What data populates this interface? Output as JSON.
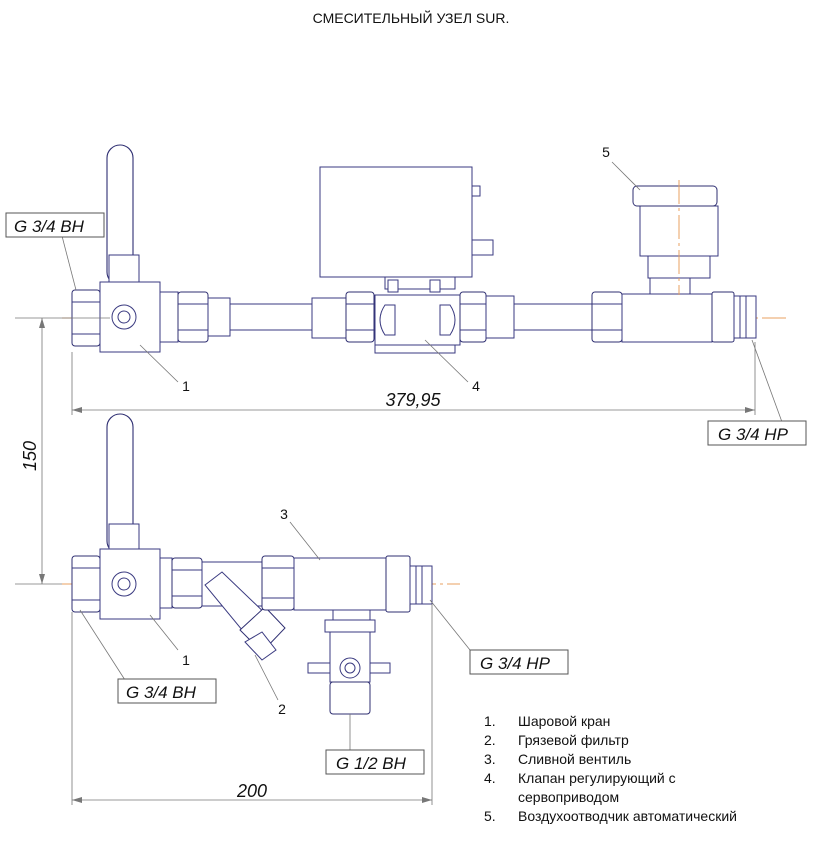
{
  "title": "СМЕСИТЕЛЬНЫЙ УЗЕЛ SUR.",
  "top_assembly": {
    "label_inlet": "G 3/4 ВН",
    "label_outlet": "G 3/4 НР",
    "dimension_length": "379,95",
    "callouts": [
      "1",
      "4",
      "5"
    ]
  },
  "vertical_dimension": "150",
  "bottom_assembly": {
    "label_inlet": "G 3/4 ВН",
    "label_outlet": "G 3/4 НР",
    "label_drain": "G 1/2 ВН",
    "dimension_length": "200",
    "callouts": [
      "3",
      "1",
      "2"
    ]
  },
  "legend": [
    {
      "num": "1.",
      "text": "Шаровой кран"
    },
    {
      "num": "2.",
      "text": "Грязевой фильтр"
    },
    {
      "num": "3.",
      "text": "Сливной вентиль"
    },
    {
      "num": "4.",
      "text": "Клапан регулирующий с сервоприводом"
    },
    {
      "num": "5.",
      "text": "Воздухоотводчик автоматический"
    }
  ],
  "colors": {
    "outline": "#3a3a80",
    "axis": "#e8a060",
    "dimension": "#777777"
  }
}
